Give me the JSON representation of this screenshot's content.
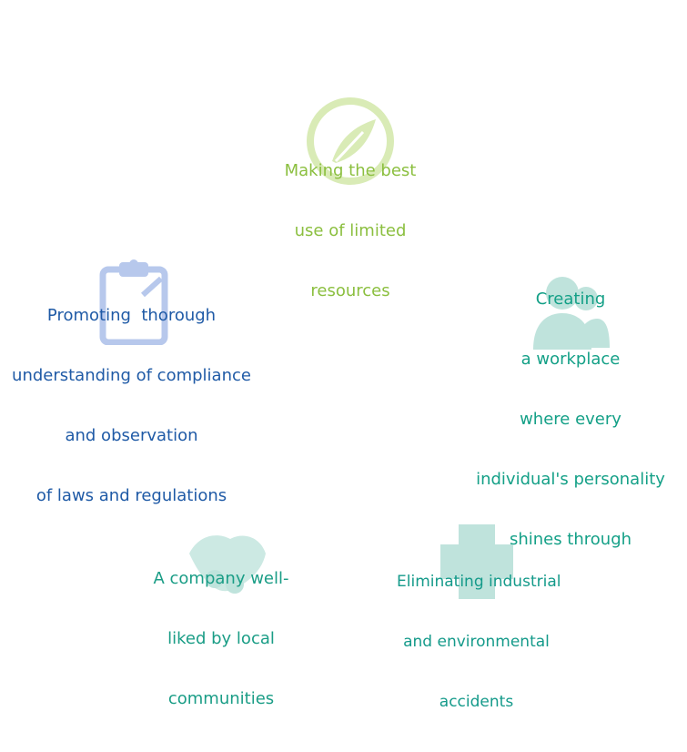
{
  "colors": {
    "green": "#8bbf3f",
    "teal": "#14a087",
    "blue": "#1f5aa6",
    "light_green": "#d9ebb6",
    "light_teal": "#bfe3dc",
    "light_blue": "#b7c8ec"
  },
  "items": {
    "resources": {
      "icon": "leaf-circle-icon",
      "lines": [
        "Making the best",
        "use of limited",
        "resources"
      ]
    },
    "workplace": {
      "icon": "people-icon",
      "lines": [
        "Creating",
        "a workplace",
        "where every",
        "individual's personality",
        "shines through"
      ]
    },
    "compliance": {
      "icon": "clipboard-icon",
      "lines": [
        "Promoting  thorough",
        "understanding of compliance",
        "and observation",
        "of laws and regulations"
      ]
    },
    "community": {
      "icon": "handshake-icon",
      "lines": [
        "A company well-",
        "liked by local",
        "communities"
      ]
    },
    "safety": {
      "icon": "safety-cross-icon",
      "lines": [
        "Eliminating industrial",
        "and environmental",
        "accidents"
      ]
    }
  }
}
